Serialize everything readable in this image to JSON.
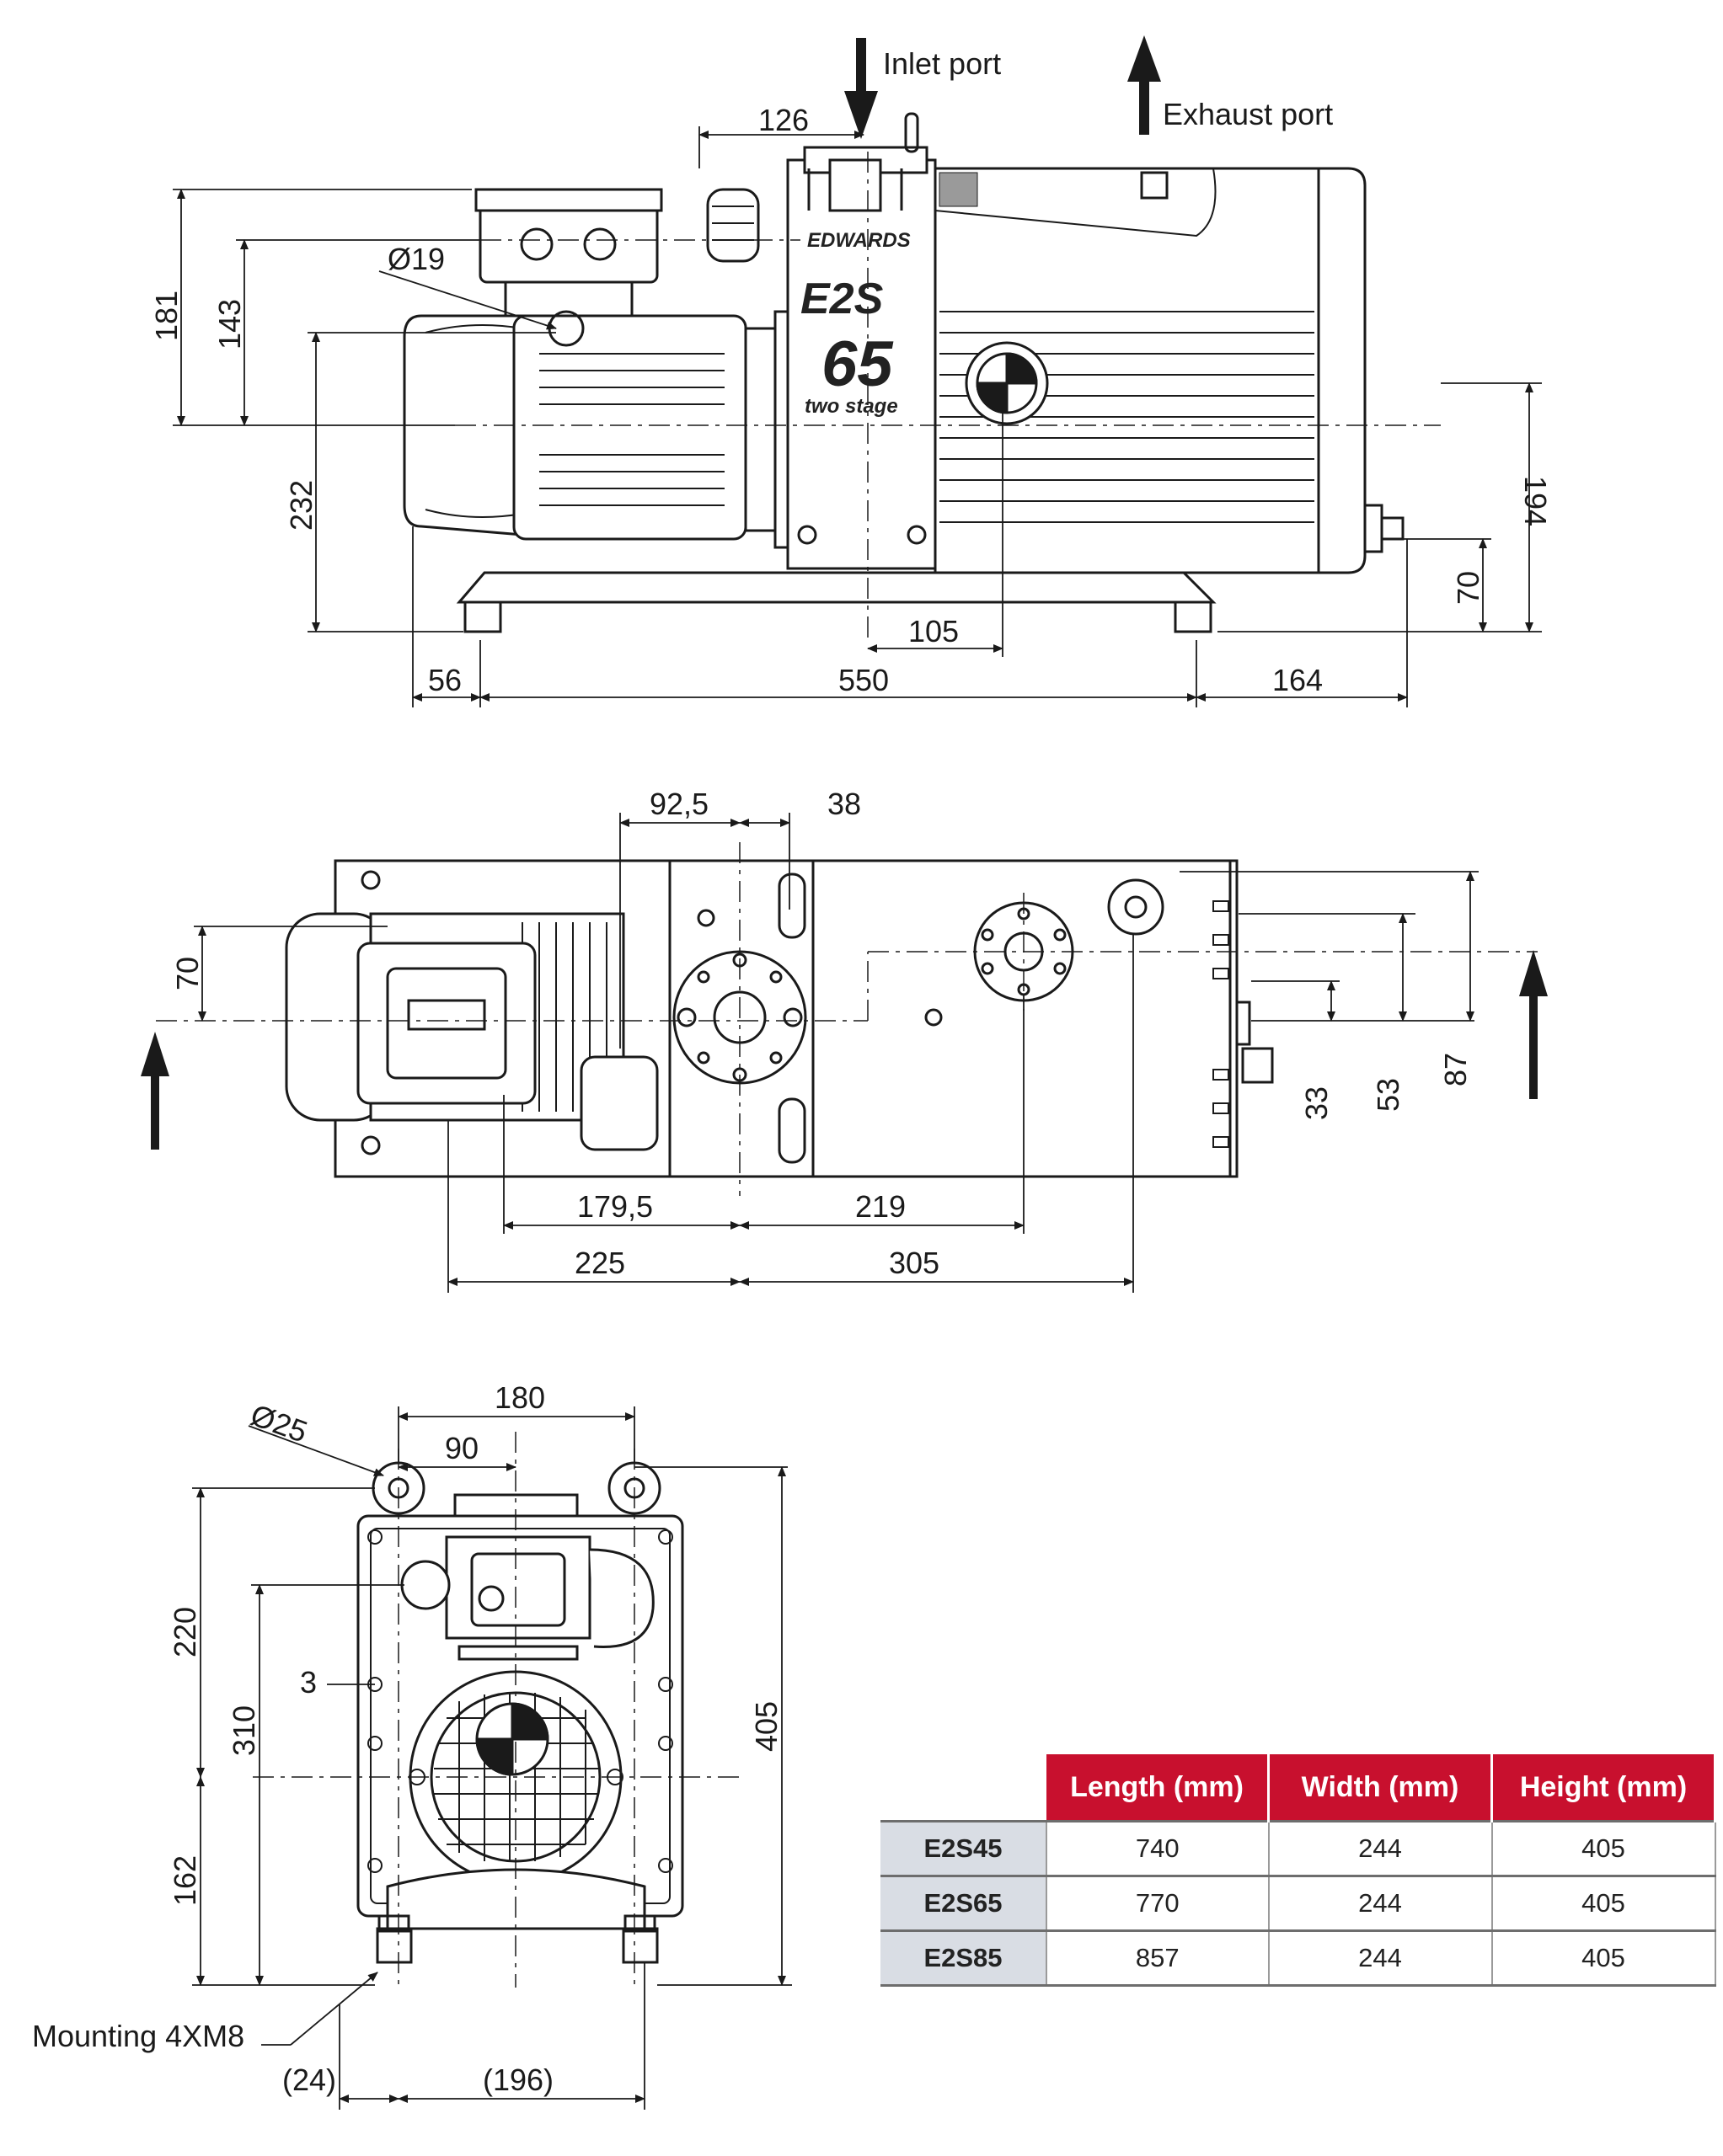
{
  "side_view": {
    "inlet_label": "Inlet port",
    "exhaust_label": "Exhaust port",
    "brand": "EDWARDS",
    "model_logo": "E2S",
    "model_number": "65",
    "model_tag": "two stage",
    "dims": {
      "d126": "126",
      "d181": "181",
      "d143": "143",
      "d19": "Ø19",
      "d232": "232",
      "d194": "194",
      "d70": "70",
      "d105": "105",
      "d56": "56",
      "d550": "550",
      "d164": "164"
    }
  },
  "top_view": {
    "dims": {
      "d92_5": "92,5",
      "d38": "38",
      "d70": "70",
      "d33": "33",
      "d53": "53",
      "d87": "87",
      "d179_5": "179,5",
      "d219": "219",
      "d225": "225",
      "d305": "305"
    }
  },
  "front_view": {
    "dims": {
      "d25": "Ø25",
      "d180": "180",
      "d90": "90",
      "d220": "220",
      "d3": "3",
      "d310": "310",
      "d405": "405",
      "d162": "162",
      "d24": "(24)",
      "d196": "(196)"
    },
    "mounting_label": "Mounting 4XM8"
  },
  "spec_table": {
    "headers": [
      "Length (mm)",
      "Width (mm)",
      "Height (mm)"
    ],
    "rows": [
      {
        "model": "E2S45",
        "length": "740",
        "width": "244",
        "height": "405"
      },
      {
        "model": "E2S65",
        "length": "770",
        "width": "244",
        "height": "405"
      },
      {
        "model": "E2S85",
        "length": "857",
        "width": "244",
        "height": "405"
      }
    ],
    "header_color": "#c8102e",
    "model_cell_color": "#d9dde4"
  }
}
